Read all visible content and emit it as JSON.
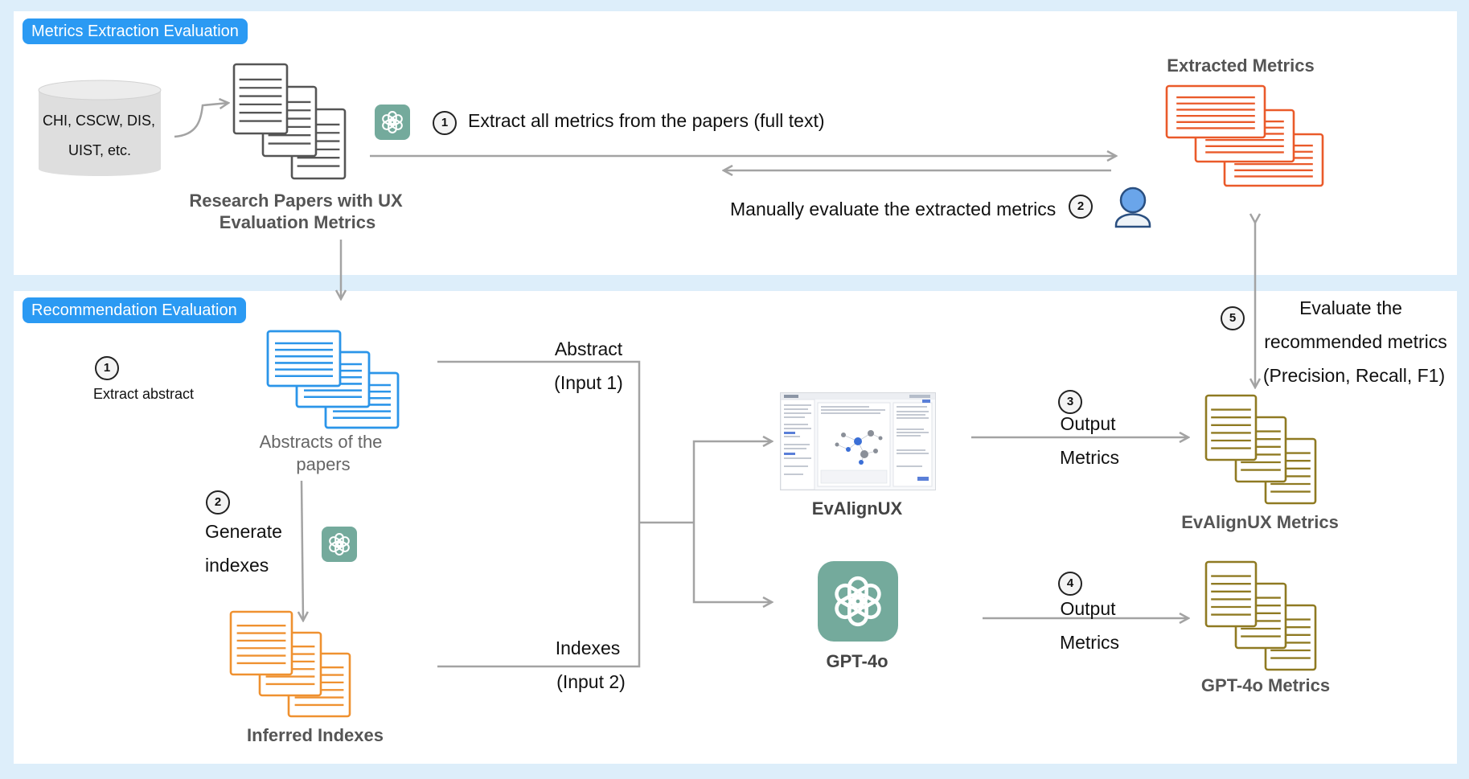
{
  "sections": {
    "top_tag": "Metrics Extraction Evaluation",
    "bottom_tag": "Recommendation Evaluation"
  },
  "top": {
    "database_label_line1": "CHI, CSCW, DIS,",
    "database_label_line2": "UIST, etc.",
    "papers_label_line1": "Research Papers with UX",
    "papers_label_line2": "Evaluation Metrics",
    "step1_badge": "1",
    "step1_text": "Extract all metrics from the papers (full text)",
    "step2_badge": "2",
    "step2_text": "Manually evaluate the extracted metrics",
    "extracted_label": "Extracted Metrics"
  },
  "bottom": {
    "step1_badge": "1",
    "step1_text": "Extract abstract",
    "abstracts_label_line1": "Abstracts of the",
    "abstracts_label_line2": "papers",
    "step2_badge": "2",
    "step2_text_line1": "Generate",
    "step2_text_line2": "indexes",
    "indexes_label": "Inferred Indexes",
    "input1_line1": "Abstract",
    "input1_line2": "(Input 1)",
    "input2_line1": "Indexes",
    "input2_line2": "(Input 2)",
    "evalign_label": "EvAlignUX",
    "gpt_label": "GPT-4o",
    "step3_badge": "3",
    "step3_line1": "Output",
    "step3_line2": "Metrics",
    "step4_badge": "4",
    "step4_line1": "Output",
    "step4_line2": "Metrics",
    "evalign_metrics_label": "EvAlignUX Metrics",
    "gpt_metrics_label": "GPT-4o Metrics",
    "step5_badge": "5",
    "step5_line1": "Evaluate the",
    "step5_line2": "recommended metrics",
    "step5_line3": "(Precision, Recall, F1)"
  },
  "colors": {
    "background": "#ddeefa",
    "tag": "#2b9af3",
    "papers_gray": "#555555",
    "extracted_orange": "#ea5a2a",
    "abstracts_blue": "#2b95e9",
    "indexes_orange": "#ef9130",
    "metrics_olive": "#8f7a22",
    "gpt_green": "#74aa9c",
    "arrow_gray": "#a3a3a3"
  },
  "icons": [
    "database-icon",
    "documents-icon",
    "chatgpt-icon",
    "user-icon",
    "arrow-icon"
  ]
}
